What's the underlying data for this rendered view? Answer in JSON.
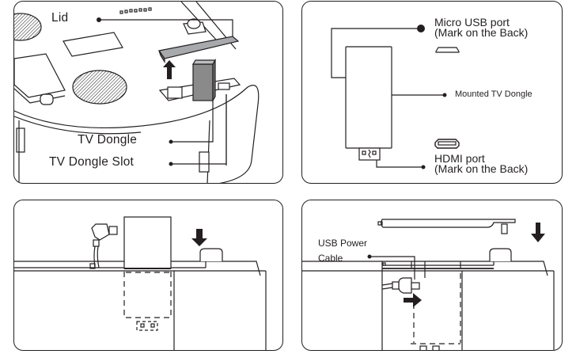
{
  "figure": {
    "title": "TV Dongle installation steps",
    "panels": [
      {
        "id": "step-1-open-lid",
        "labels": {
          "lid": "Lid",
          "tv_dongle": "TV Dongle",
          "tv_dongle_slot": "TV Dongle Slot"
        },
        "arrow": "up"
      },
      {
        "id": "step-2-dongle-ports",
        "labels": {
          "micro_usb_line1": "Micro USB port",
          "micro_usb_line2": "(Mark on the Back)",
          "mounted": "Mounted TV Dongle",
          "hdmi_line1": "HDMI port",
          "hdmi_line2": "(Mark on the Back)"
        },
        "icons": [
          "micro-usb-port-icon",
          "hdmi-port-icon"
        ]
      },
      {
        "id": "step-3-insert-dongle",
        "arrow": "down"
      },
      {
        "id": "step-4-connect-cable-close-lid",
        "labels": {
          "usb_power_line1": "USB Power",
          "usb_power_line2": "Cable"
        },
        "arrows": [
          "down",
          "right"
        ]
      }
    ],
    "colors": {
      "line": "#231f20",
      "dongle_fill": "#8a8a8a",
      "lid_fill": "#a7a9ac",
      "background": "#ffffff"
    }
  }
}
